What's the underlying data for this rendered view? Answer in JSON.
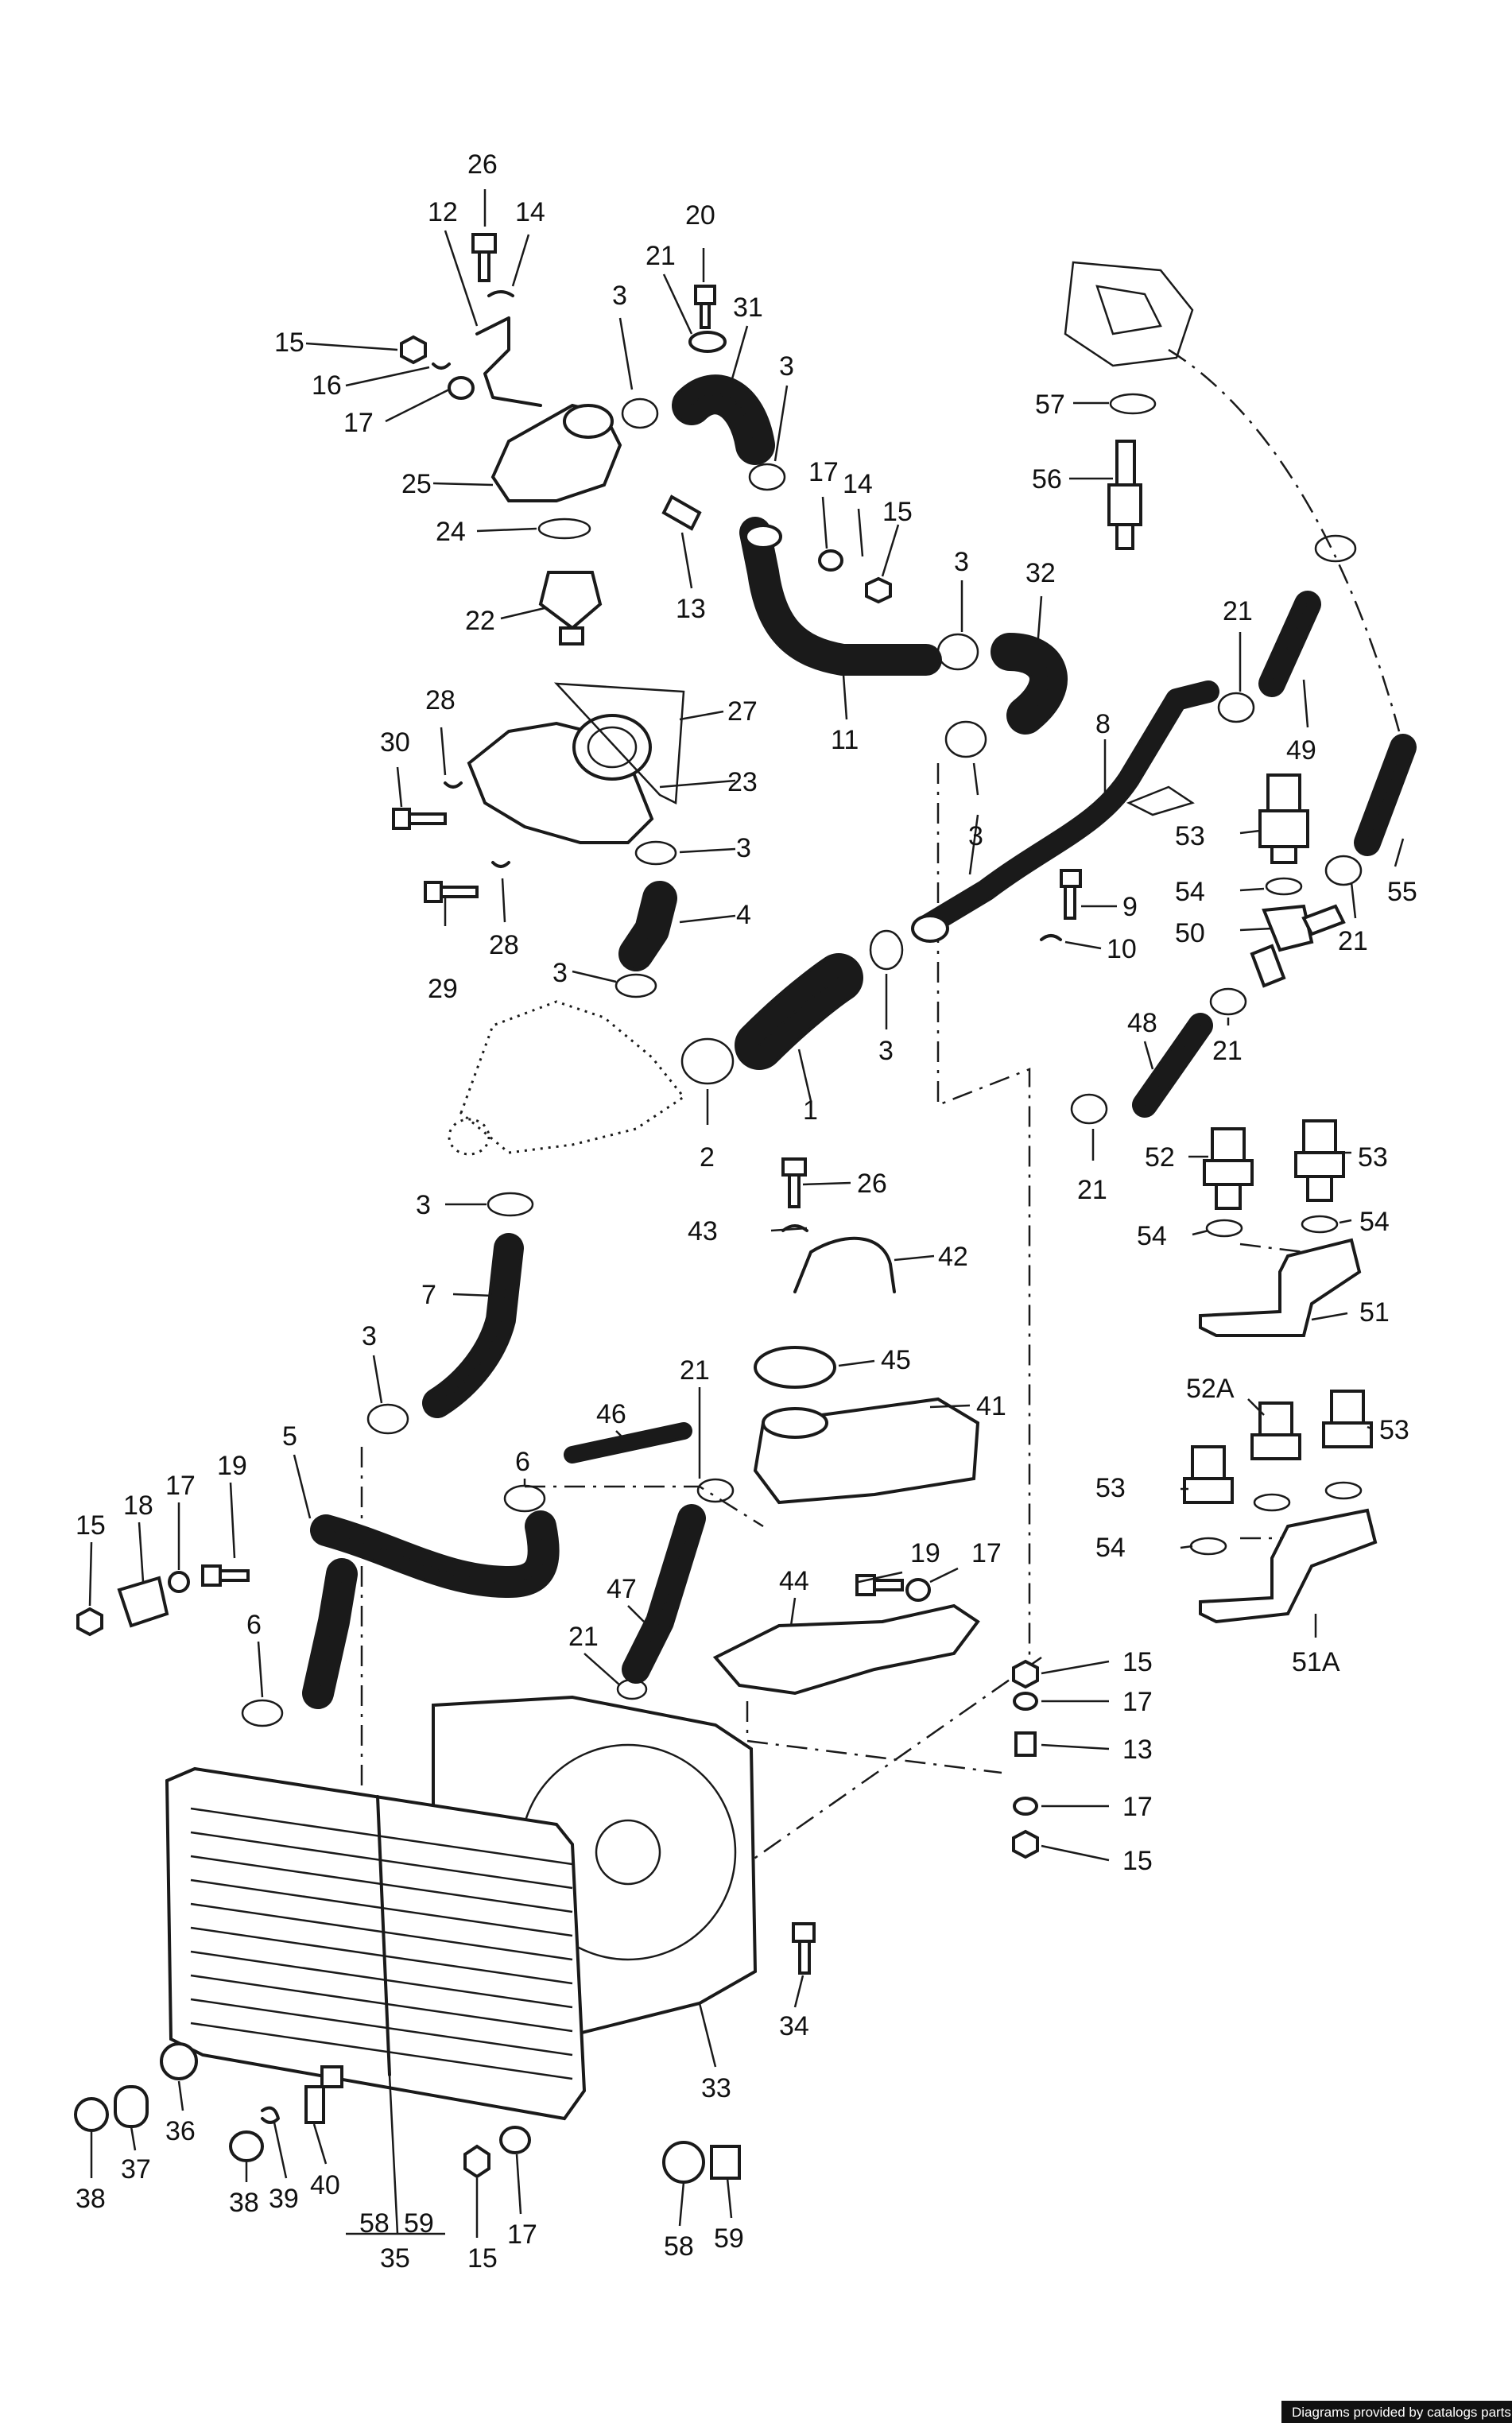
{
  "credit": "Diagrams provided by catalogs parts",
  "callouts": [
    {
      "id": "c26a",
      "text": "26"
    },
    {
      "id": "c12a",
      "text": "12"
    },
    {
      "id": "c14a",
      "text": "14"
    },
    {
      "id": "c20",
      "text": "20"
    },
    {
      "id": "c21a",
      "text": "21"
    },
    {
      "id": "c31",
      "text": "31"
    },
    {
      "id": "c3a",
      "text": "3"
    },
    {
      "id": "c3b",
      "text": "3"
    },
    {
      "id": "c15a",
      "text": "15"
    },
    {
      "id": "c16",
      "text": "16"
    },
    {
      "id": "c17a",
      "text": "17"
    },
    {
      "id": "c57",
      "text": "57"
    },
    {
      "id": "c25",
      "text": "25"
    },
    {
      "id": "c56",
      "text": "56"
    },
    {
      "id": "c17b",
      "text": "17"
    },
    {
      "id": "c14b",
      "text": "14"
    },
    {
      "id": "c15b",
      "text": "15"
    },
    {
      "id": "c24",
      "text": "24"
    },
    {
      "id": "c13a",
      "text": "13"
    },
    {
      "id": "c3c",
      "text": "3"
    },
    {
      "id": "c32",
      "text": "32"
    },
    {
      "id": "c22",
      "text": "22"
    },
    {
      "id": "c21b",
      "text": "21"
    },
    {
      "id": "c11",
      "text": "11"
    },
    {
      "id": "c28a",
      "text": "28"
    },
    {
      "id": "c27",
      "text": "27"
    },
    {
      "id": "c8",
      "text": "8"
    },
    {
      "id": "c49",
      "text": "49"
    },
    {
      "id": "c30",
      "text": "30"
    },
    {
      "id": "c23",
      "text": "23"
    },
    {
      "id": "c53a",
      "text": "53"
    },
    {
      "id": "c3d",
      "text": "3"
    },
    {
      "id": "c3e",
      "text": "3"
    },
    {
      "id": "c55",
      "text": "55"
    },
    {
      "id": "c54a",
      "text": "54"
    },
    {
      "id": "c9",
      "text": "9"
    },
    {
      "id": "c4",
      "text": "4"
    },
    {
      "id": "c29",
      "text": "29"
    },
    {
      "id": "c28b",
      "text": "28"
    },
    {
      "id": "c50",
      "text": "50"
    },
    {
      "id": "c21c",
      "text": "21"
    },
    {
      "id": "c10",
      "text": "10"
    },
    {
      "id": "c3f",
      "text": "3"
    },
    {
      "id": "c48",
      "text": "48"
    },
    {
      "id": "c3g",
      "text": "3"
    },
    {
      "id": "c21d",
      "text": "21"
    },
    {
      "id": "c1",
      "text": "1"
    },
    {
      "id": "c52",
      "text": "52"
    },
    {
      "id": "c53b",
      "text": "53"
    },
    {
      "id": "c2",
      "text": "2"
    },
    {
      "id": "c21e",
      "text": "21"
    },
    {
      "id": "c26b",
      "text": "26"
    },
    {
      "id": "c3h",
      "text": "3"
    },
    {
      "id": "c54b",
      "text": "54"
    },
    {
      "id": "c54c",
      "text": "54"
    },
    {
      "id": "c43",
      "text": "43"
    },
    {
      "id": "c42",
      "text": "42"
    },
    {
      "id": "c7",
      "text": "7"
    },
    {
      "id": "c51",
      "text": "51"
    },
    {
      "id": "c52A",
      "text": "52A"
    },
    {
      "id": "c3i",
      "text": "3"
    },
    {
      "id": "c21f",
      "text": "21"
    },
    {
      "id": "c45",
      "text": "45"
    },
    {
      "id": "c46",
      "text": "46"
    },
    {
      "id": "c41",
      "text": "41"
    },
    {
      "id": "c53c",
      "text": "53"
    },
    {
      "id": "c5",
      "text": "5"
    },
    {
      "id": "c6a",
      "text": "6"
    },
    {
      "id": "c53d",
      "text": "53"
    },
    {
      "id": "c17c",
      "text": "17"
    },
    {
      "id": "c19a",
      "text": "19"
    },
    {
      "id": "c18",
      "text": "18"
    },
    {
      "id": "c15c",
      "text": "15"
    },
    {
      "id": "c54d",
      "text": "54"
    },
    {
      "id": "c19b",
      "text": "19"
    },
    {
      "id": "c17d",
      "text": "17"
    },
    {
      "id": "c44",
      "text": "44"
    },
    {
      "id": "c47",
      "text": "47"
    },
    {
      "id": "c6b",
      "text": "6"
    },
    {
      "id": "c21g",
      "text": "21"
    },
    {
      "id": "c51A",
      "text": "51A"
    },
    {
      "id": "c15d",
      "text": "15"
    },
    {
      "id": "c17e",
      "text": "17"
    },
    {
      "id": "c13b",
      "text": "13"
    },
    {
      "id": "c17f",
      "text": "17"
    },
    {
      "id": "c15e",
      "text": "15"
    },
    {
      "id": "c34",
      "text": "34"
    },
    {
      "id": "c33",
      "text": "33"
    },
    {
      "id": "c37",
      "text": "37"
    },
    {
      "id": "c36",
      "text": "36"
    },
    {
      "id": "c40",
      "text": "40"
    },
    {
      "id": "c38a",
      "text": "38"
    },
    {
      "id": "c39",
      "text": "39"
    },
    {
      "id": "c38b",
      "text": "38"
    },
    {
      "id": "c58a",
      "text": "58"
    },
    {
      "id": "c59a",
      "text": "59"
    },
    {
      "id": "c35",
      "text": "35"
    },
    {
      "id": "c15f",
      "text": "15"
    },
    {
      "id": "c17g",
      "text": "17"
    },
    {
      "id": "c58b",
      "text": "58"
    },
    {
      "id": "c59b",
      "text": "59"
    }
  ]
}
